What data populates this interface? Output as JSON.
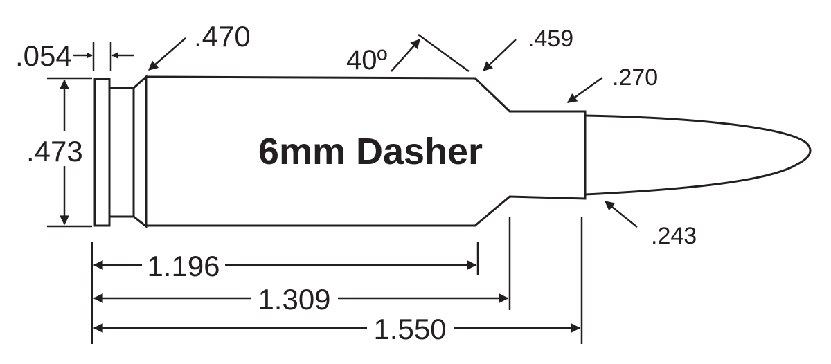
{
  "title": "6mm Dasher",
  "dimensions": {
    "rim_thickness": ".054",
    "body_diameter": ".470",
    "shoulder_angle": "40º",
    "shoulder_diameter": ".459",
    "neck_diameter": ".270",
    "bullet_diameter": ".243",
    "rim_diameter": ".473",
    "length_to_shoulder": "1.196",
    "length_to_neck": "1.309",
    "case_length": "1.550"
  },
  "colors": {
    "ink": "#231f20",
    "background": "#ffffff"
  }
}
